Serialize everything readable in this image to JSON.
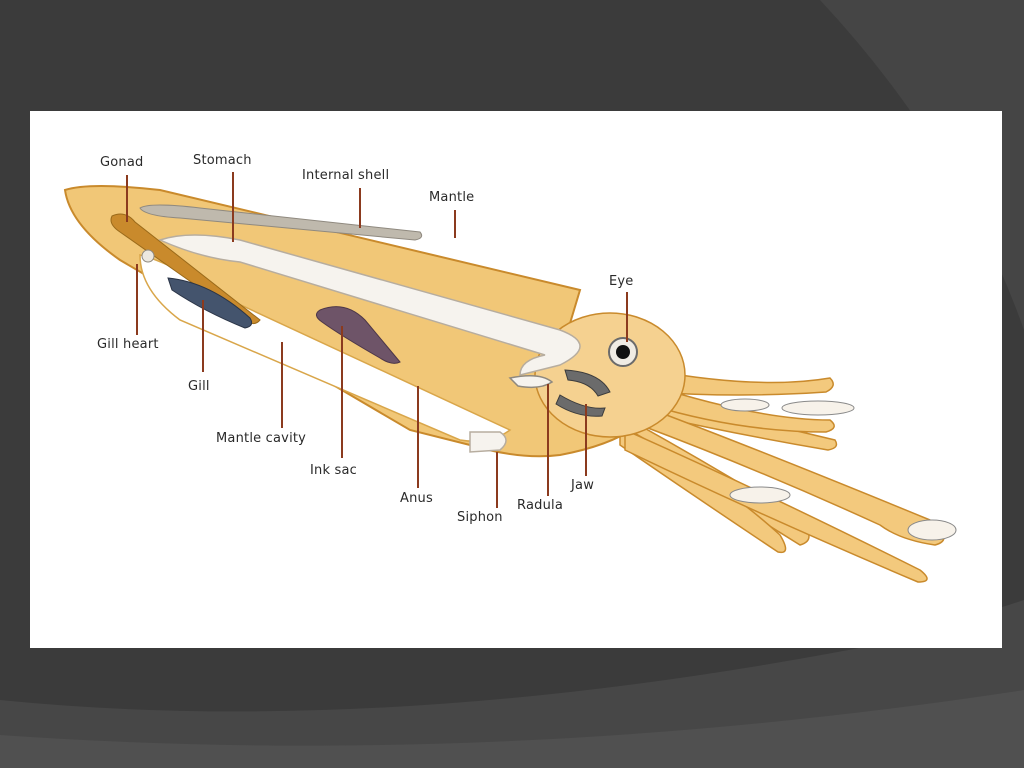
{
  "colors": {
    "slide_background": "#3a3a3a",
    "panel": "#ffffff",
    "body_fill": "#f1c777",
    "body_outline": "#c98a2c",
    "leader_line": "#8b3a1e",
    "ink_sac": "#6e5468",
    "gill": "#3a4a63"
  },
  "labels": {
    "gonad": "Gonad",
    "stomach": "Stomach",
    "internal_shell": "Internal shell",
    "mantle": "Mantle",
    "eye": "Eye",
    "gill_heart": "Gill heart",
    "gill": "Gill",
    "mantle_cavity": "Mantle cavity",
    "ink_sac": "Ink sac",
    "anus": "Anus",
    "siphon": "Siphon",
    "radula": "Radula",
    "jaw": "Jaw"
  }
}
